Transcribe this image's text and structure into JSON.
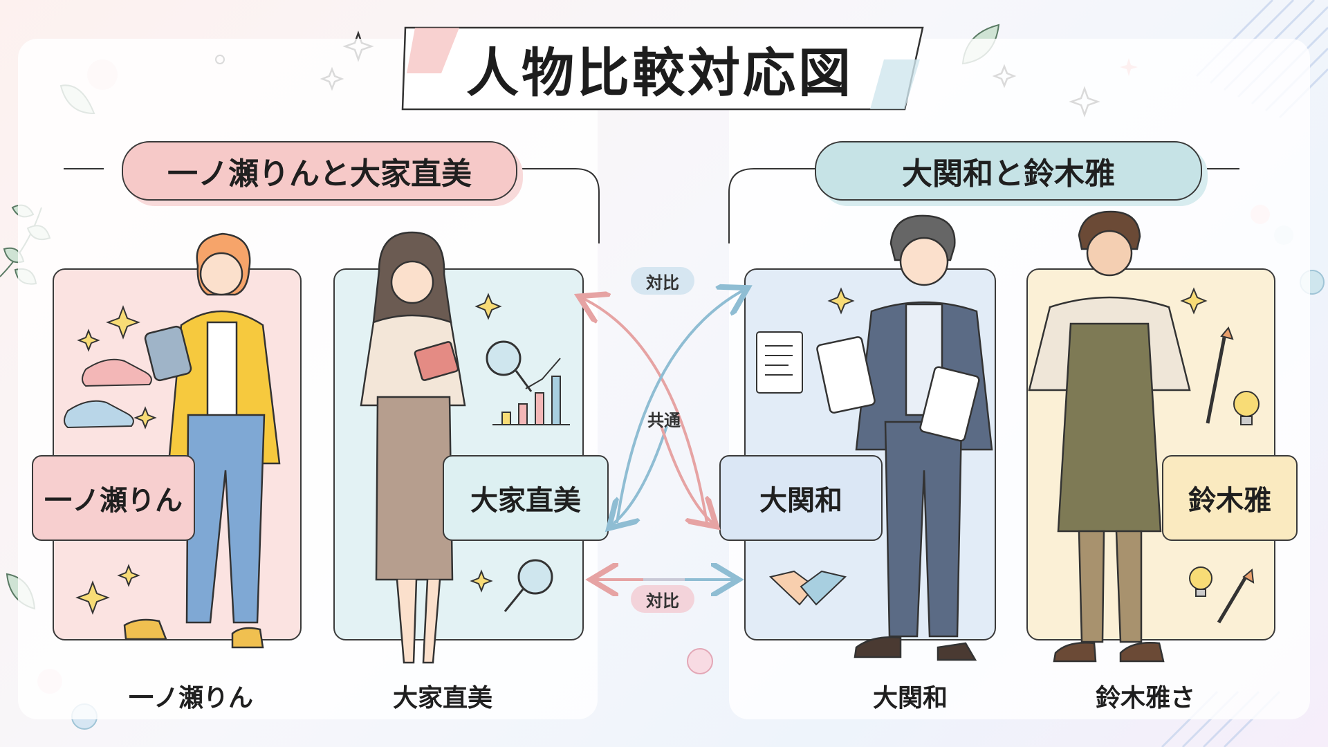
{
  "title": "人物比較対応図",
  "groups": {
    "left": {
      "label": "一ノ瀬りんと大家直美",
      "color": "#f6c9c8"
    },
    "right": {
      "label": "大関和と鈴木雅",
      "color": "#c6e3e6"
    }
  },
  "people": [
    {
      "name": "一ノ瀬りん",
      "caption": "一ノ瀬りん",
      "card_color": "#fbe3e1"
    },
    {
      "name": "大家直美",
      "caption": "大家直美",
      "card_color": "#e3f2f4"
    },
    {
      "name": "大関和",
      "caption": "大関和",
      "card_color": "#e2ecf7"
    },
    {
      "name": "鈴木雅",
      "caption": "鈴木雅さ",
      "card_color": "#fbf0d6"
    }
  ],
  "relations": {
    "top": "対比",
    "middle": "共通",
    "bottom": "対比"
  },
  "colors": {
    "accent_pink": "#f2b8b6",
    "accent_blue": "#a8cfe0",
    "text": "#1f1f1f"
  }
}
